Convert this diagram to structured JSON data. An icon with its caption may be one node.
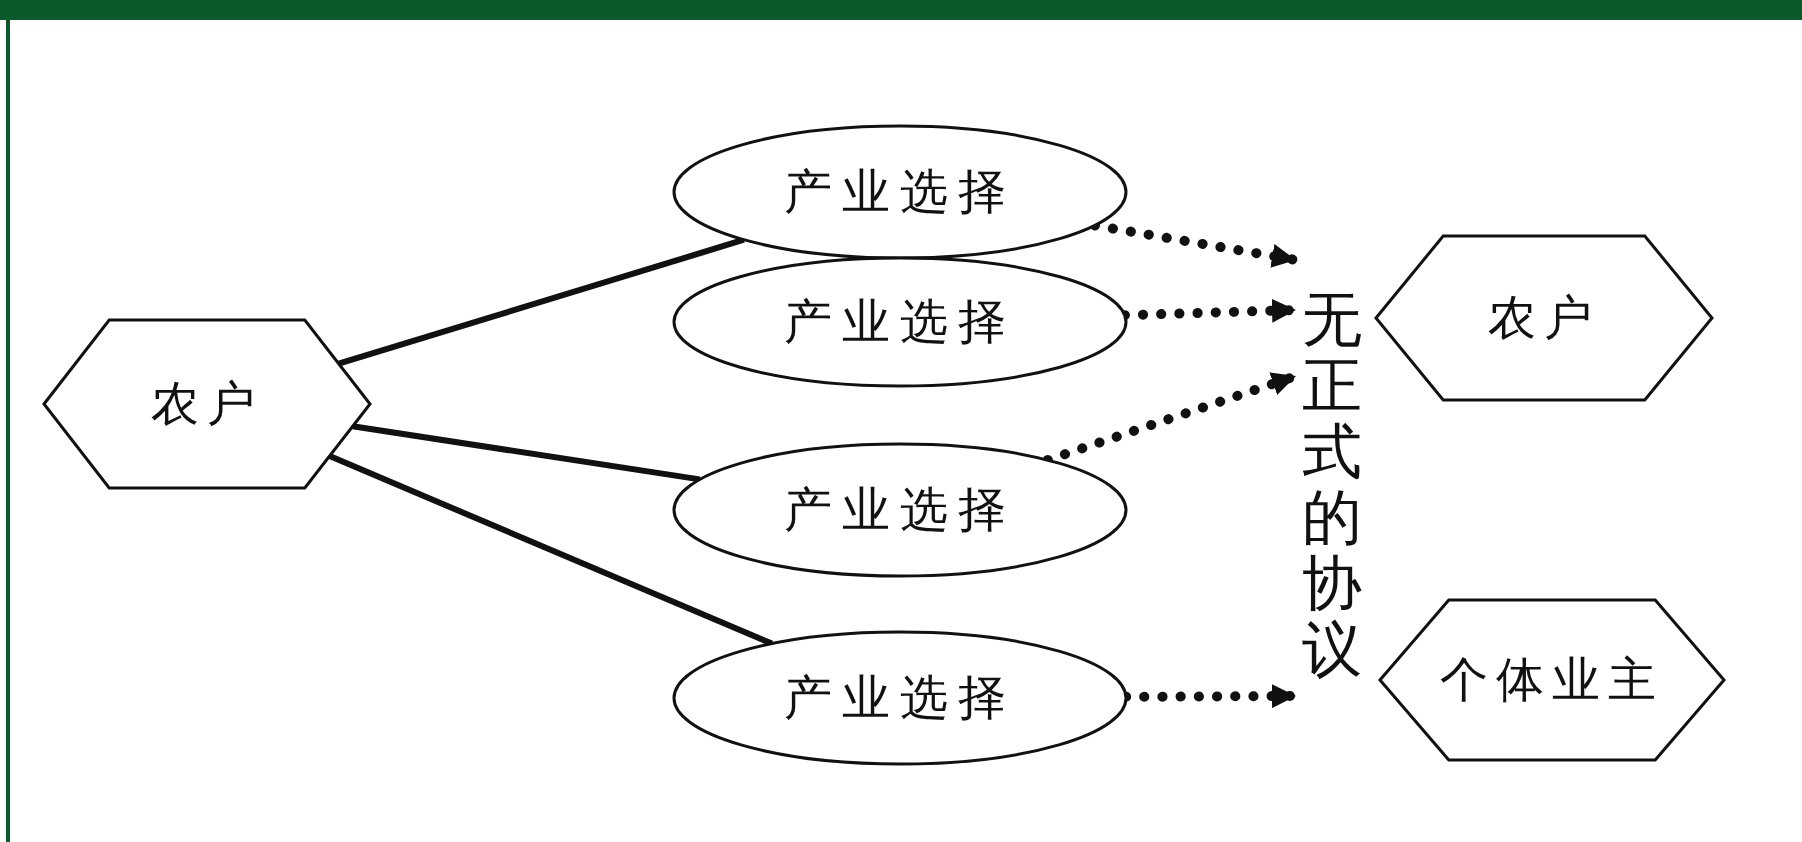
{
  "diagram": {
    "nodes": [
      {
        "text": [
          "农户"
        ]
      },
      {
        "text": [
          "产业选择"
        ]
      },
      {
        "text": [
          "产业选择"
        ]
      },
      {
        "text": [
          "产业选择"
        ]
      },
      {
        "text": [
          "产业选择"
        ]
      },
      {
        "text": [
          "无正式的协议"
        ]
      },
      {
        "text": [
          "农户"
        ]
      },
      {
        "text": [
          "个体业主"
        ]
      }
    ],
    "edges": [
      {
        "from": 0,
        "to": 1,
        "arrow": "none"
      },
      {
        "from": 0,
        "to": 3,
        "arrow": "none"
      },
      {
        "from": 0,
        "to": 4,
        "arrow": "none"
      },
      {
        "from": 1,
        "to": 5,
        "arrow": "to",
        "style": "dashed"
      },
      {
        "from": 2,
        "to": 5,
        "arrow": "to",
        "style": "dashed"
      },
      {
        "from": 3,
        "to": 5,
        "arrow": "to",
        "style": "dashed"
      },
      {
        "from": 4,
        "to": 5,
        "arrow": "to",
        "style": "dashed"
      }
    ]
  }
}
